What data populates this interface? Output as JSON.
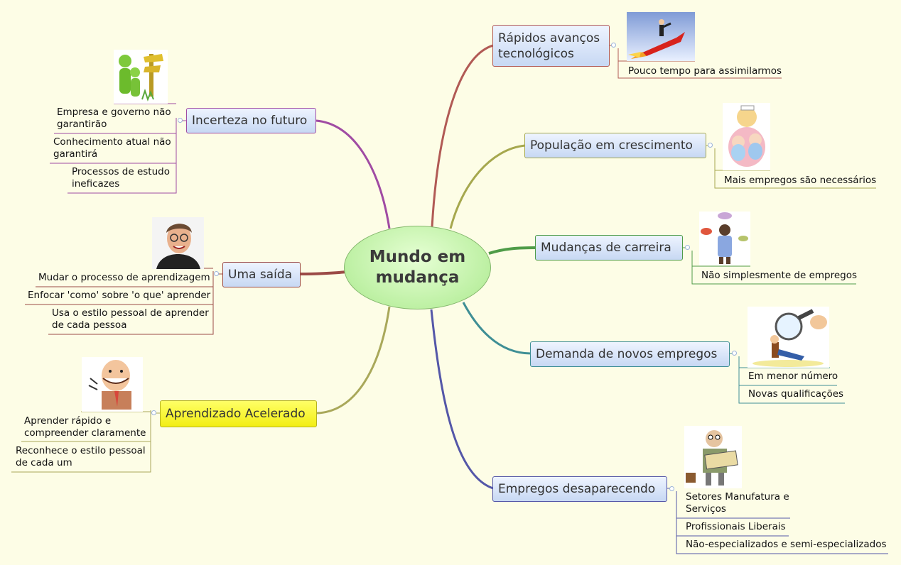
{
  "center": {
    "label": "Mundo em\nmudança"
  },
  "topics": {
    "rapidos": {
      "label": "Rápidos avanços\ntecnológicos",
      "color": "#b15a55",
      "subs": [
        "Pouco tempo para assimilarmos"
      ]
    },
    "populacao": {
      "label": "População em crescimento",
      "color": "#a6a84e",
      "subs": [
        "Mais empregos são necessários"
      ]
    },
    "carreira": {
      "label": "Mudanças de carreira",
      "color": "#4f9c48",
      "subs": [
        "Não simplesmente de empregos"
      ]
    },
    "demanda": {
      "label": "Demanda de novos empregos",
      "color": "#3f8f95",
      "subs": [
        "Em menor número",
        "Novas qualificações"
      ]
    },
    "desaparecendo": {
      "label": "Empregos desaparecendo",
      "color": "#5457a8",
      "subs": [
        "Setores Manufatura e\nServiços",
        "Profissionais Liberais",
        "Não-especializados  e semi-especializados"
      ]
    },
    "incerteza": {
      "label": "Incerteza no futuro",
      "color": "#a04ba3",
      "subs": [
        "Empresa e governo não\ngarantirão",
        "Conhecimento atual não\ngarantirá",
        "Processos de estudo\nineficazes"
      ]
    },
    "saida": {
      "label": "Uma saída",
      "color": "#9b4a46",
      "subs": [
        "Mudar o processo de aprendizagem",
        "Enfocar 'como' sobre 'o que' aprender",
        "Usa o estilo pessoal de aprender\nde cada pessoa"
      ]
    },
    "acelerado": {
      "label": "Aprendizado Acelerado",
      "color": "#a9a85a",
      "subs": [
        "Aprender rápido e\ncompreender claramente",
        "Reconhece o estilo pessoal\nde cada um"
      ]
    }
  },
  "images": [
    "rocket-man-image",
    "nurse-babies-image",
    "career-woman-image",
    "magnifier-searcher-image",
    "unemployed-sign-image",
    "green-figures-signpost-image",
    "smiling-man-photo",
    "happy-cartoon-man-image"
  ]
}
